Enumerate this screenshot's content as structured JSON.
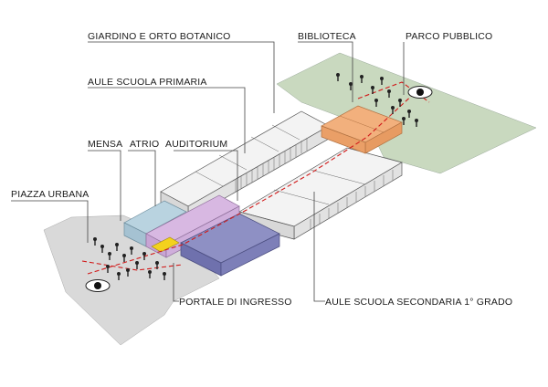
{
  "labels": {
    "garden": "GIARDINO E ORTO BOTANICO",
    "library": "BIBLIOTECA",
    "park": "PARCO PUBBLICO",
    "primary": "AULE SCUOLA PRIMARIA",
    "canteen": "MENSA",
    "atrium": "ATRIO",
    "auditorium": "AUDITORIUM",
    "square": "PIAZZA URBANA",
    "entrance": "PORTALE DI INGRESSO",
    "secondary": "AULE SCUOLA SECONDARIA 1° GRADO"
  },
  "colors": {
    "park_ground": "#c9d9bf",
    "plaza_ground": "#d9d9d9",
    "classroom_roof": "#f0f0f0",
    "library": "#f2b07d",
    "canteen": "#b9d3e0",
    "atrium": "#d8b8e2",
    "auditorium": "#7d7fb8",
    "entrance": "#f3d21e",
    "axis": "#d11a1a"
  },
  "icons": [
    "eye-icon",
    "person-icon"
  ]
}
